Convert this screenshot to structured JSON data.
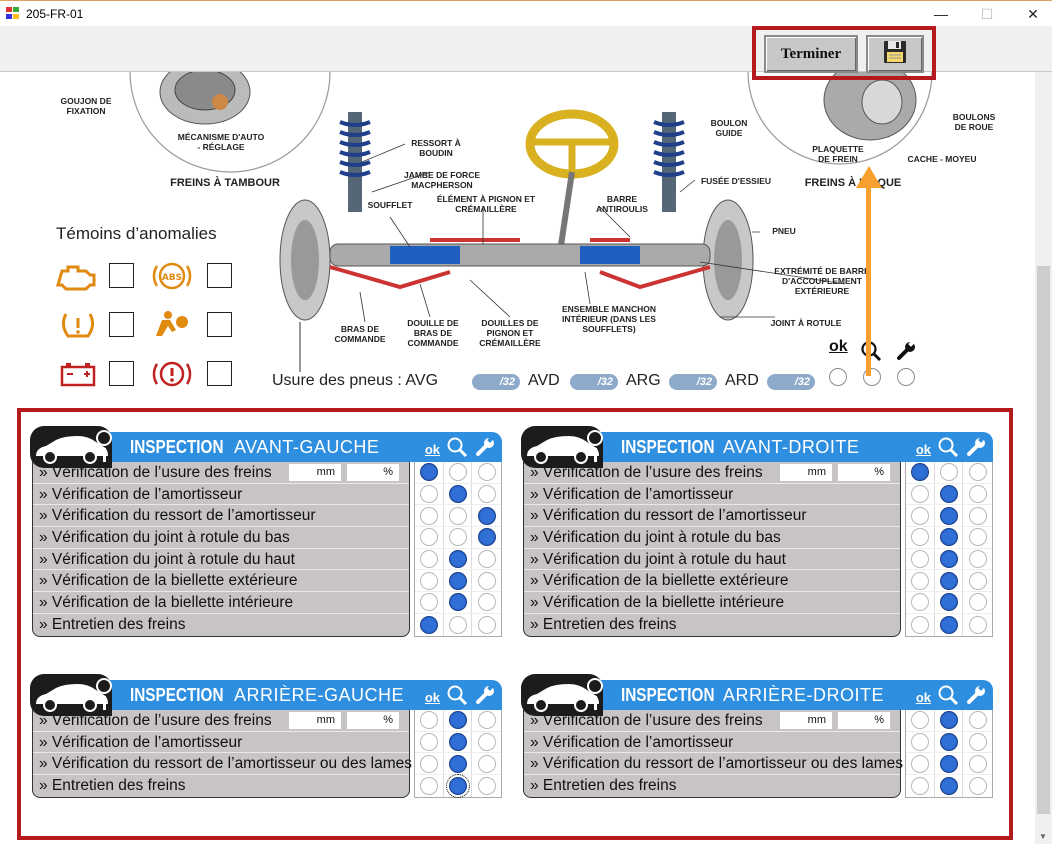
{
  "window": {
    "title": "205-FR-01",
    "minimize_glyph": "—",
    "maximize_glyph": "☐",
    "close_glyph": "✕"
  },
  "toolbar": {
    "terminer_label": "Terminer",
    "save_icon": "floppy-disk-icon"
  },
  "diagram": {
    "labels": {
      "goujon": "GOUJON DE FIXATION",
      "mecanisme": "MÉCANISME D'AUTO - RÉGLAGE",
      "freins_tambour": "FREINS À TAMBOUR",
      "ressort": "RESSORT À BOUDIN",
      "jambe": "JAMBE DE FORCE MACPHERSON",
      "element": "ÉLÉMENT À PIGNON ET CRÉMAILLÈRE",
      "soufflet": "SOUFFLET",
      "barre": "BARRE ANTIROULIS",
      "fusee": "FUSÉE D'ESSIEU",
      "boulon_guide": "BOULON GUIDE",
      "plaquette": "PLAQUETTE DE FREIN",
      "cache_moyeu": "CACHE - MOYEU",
      "boulons_roue": "BOULONS DE ROUE",
      "freins_disque": "FREINS À DISQUE",
      "pneu": "PNEU",
      "extremite": "EXTRÉMITÉ DE BARRE D'ACCOUPLEMENT EXTÉRIEURE",
      "bras": "BRAS DE COMMANDE",
      "douille_bras": "DOUILLE DE BRAS DE COMMANDE",
      "douilles_pignon": "DOUILLES DE PIGNON ET CRÉMAILLÈRE",
      "ensemble": "ENSEMBLE MANCHON INTÉRIEUR (DANS LES SOUFFLETS)",
      "joint_rotule": "JOINT À ROTULE"
    },
    "temoins_title": "Témoins d’anomalies",
    "warning_icons": [
      "engine-warning-icon",
      "abs-warning-icon",
      "tire-pressure-warning-icon",
      "airbag-warning-icon",
      "battery-warning-icon",
      "brake-warning-icon"
    ],
    "pneus": {
      "label": "Usure des pneus : AVG",
      "avd": "AVD",
      "arg": "ARG",
      "ard": "ARD",
      "suffix": "/32",
      "ok_label": "ok"
    },
    "colors": {
      "arrow": "#f7a030",
      "highlight": "#b51a1f"
    }
  },
  "inspection": {
    "header_word": "INSPECTION",
    "ok_label": "ok",
    "unit_mm": "mm",
    "unit_pct": "%",
    "accent_color": "#2e8ee0",
    "panels": [
      {
        "position": "AVANT-GAUCHE",
        "items": [
          "» Vérification de l’usure des freins",
          "» Vérification de l’amortisseur",
          "» Vérification du ressort de l’amortisseur",
          "» Vérification du joint à rotule du bas",
          "» Vérification du joint à rotule du haut",
          "» Vérification de la biellette extérieure",
          "» Vérification de la biellette intérieure",
          "» Entretien des freins"
        ],
        "selected": [
          0,
          1,
          2,
          2,
          1,
          1,
          1,
          0
        ]
      },
      {
        "position": "AVANT-DROITE",
        "items": [
          "» Vérification de l’usure des freins",
          "» Vérification de l’amortisseur",
          "» Vérification du ressort de l’amortisseur",
          "» Vérification du joint à rotule du bas",
          "» Vérification du joint à rotule du haut",
          "» Vérification de la biellette extérieure",
          "» Vérification de la biellette intérieure",
          "» Entretien des freins"
        ],
        "selected": [
          0,
          1,
          1,
          1,
          1,
          1,
          1,
          1
        ]
      },
      {
        "position": "ARRIÈRE-GAUCHE",
        "items": [
          "» Vérification de l’usure des freins",
          "» Vérification de l’amortisseur",
          "» Vérification du ressort de l’amortisseur ou des lames",
          "» Entretien des freins"
        ],
        "selected": [
          1,
          1,
          1,
          1
        ]
      },
      {
        "position": "ARRIÈRE-DROITE",
        "items": [
          "» Vérification de l’usure des freins",
          "» Vérification de l’amortisseur",
          "» Vérification du ressort de l’amortisseur ou des lames",
          "» Entretien des freins"
        ],
        "selected": [
          1,
          1,
          1,
          1
        ]
      }
    ]
  }
}
